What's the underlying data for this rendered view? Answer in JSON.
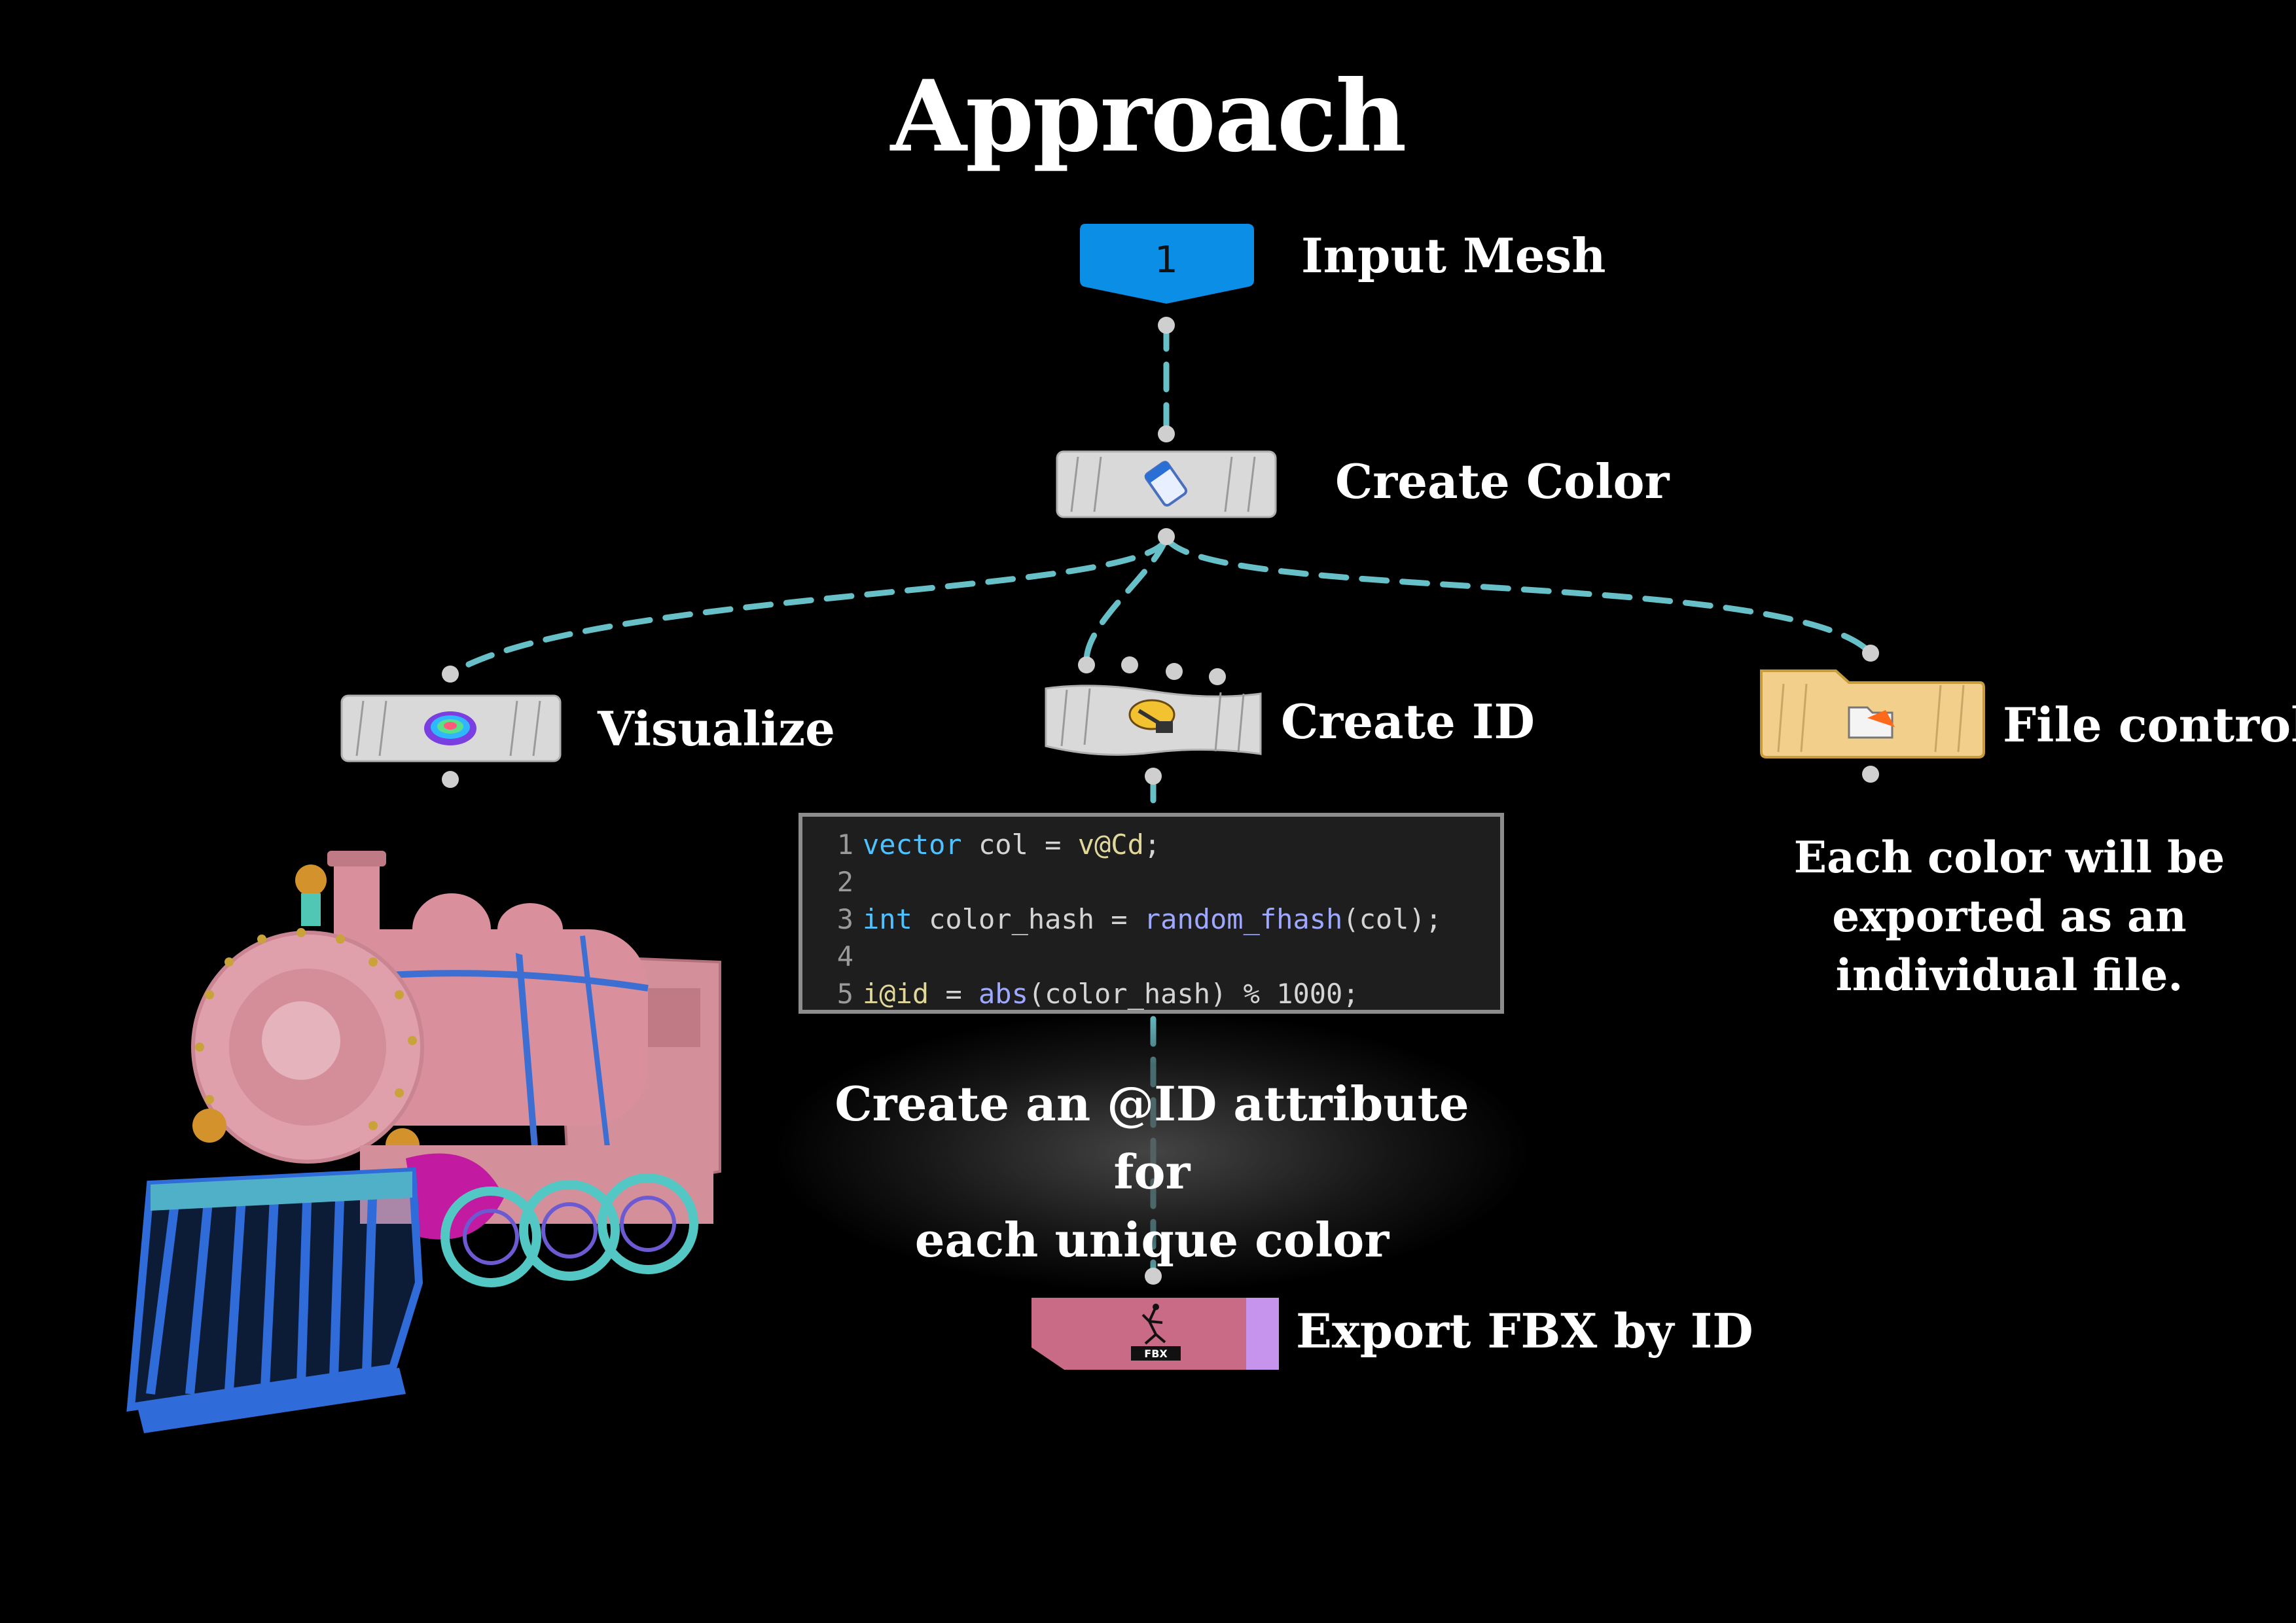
{
  "title": "Approach",
  "nodes": {
    "input_mesh": {
      "badge": "1",
      "label": "Input Mesh"
    },
    "create_color": {
      "label": "Create Color",
      "icon": "paint-tube-icon"
    },
    "visualize": {
      "label": "Visualize",
      "icon": "heatmap-blob-icon"
    },
    "create_id": {
      "label": "Create ID",
      "icon": "wrangle-icon"
    },
    "file_control": {
      "label": "File control",
      "icon": "open-folder-icon"
    },
    "export_fbx": {
      "label": "Export FBX by ID",
      "icon": "fbx-export-icon",
      "icon_text": "FBX"
    }
  },
  "code": {
    "lines": [
      {
        "n": "1",
        "tokens": [
          {
            "t": "vector",
            "c": "kw"
          },
          {
            "t": " col = ",
            "c": "op"
          },
          {
            "t": "v@Cd",
            "c": "attr"
          },
          {
            "t": ";",
            "c": "op"
          }
        ]
      },
      {
        "n": "2",
        "tokens": []
      },
      {
        "n": "3",
        "tokens": [
          {
            "t": "int",
            "c": "kw"
          },
          {
            "t": " color_hash = ",
            "c": "op"
          },
          {
            "t": "random_fhash",
            "c": "fn"
          },
          {
            "t": "(col);",
            "c": "op"
          }
        ]
      },
      {
        "n": "4",
        "tokens": []
      },
      {
        "n": "5",
        "tokens": [
          {
            "t": "i@id",
            "c": "attr"
          },
          {
            "t": " = ",
            "c": "op"
          },
          {
            "t": "abs",
            "c": "fn"
          },
          {
            "t": "(color_hash) % 1000;",
            "c": "op"
          }
        ]
      }
    ]
  },
  "notes": {
    "create_id_line1": "Create an @ID attribute for",
    "create_id_line2": "each unique color",
    "file_control_line1": "Each color will be",
    "file_control_line2": "exported as an",
    "file_control_line3": "individual file."
  },
  "colors": {
    "wire": "#67bfc7",
    "input_node": "#0a8ee6",
    "node_gray": "#d9d9d9",
    "folder": "#f2cf8a",
    "export_node": "#c96a87",
    "export_tab": "#c694ec"
  },
  "image": {
    "subject": "locomotive-model-colored-by-id"
  }
}
